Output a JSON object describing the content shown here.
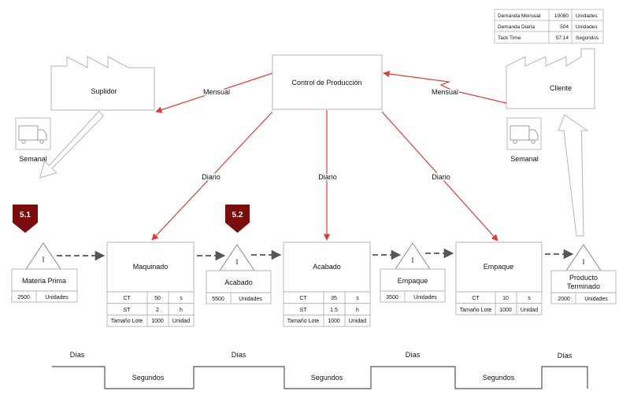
{
  "summary_table": {
    "rows": [
      {
        "label": "Demanda Mensual",
        "value": "10080",
        "unit": "Unidades"
      },
      {
        "label": "Demanda Diaria",
        "value": "504",
        "unit": "Unidades"
      },
      {
        "label": "Tack Time",
        "value": "57.14",
        "unit": "Segundos"
      }
    ]
  },
  "entities": {
    "supplier": "Suplidor",
    "control": "Control de Producción",
    "customer": "Cliente"
  },
  "flows": {
    "monthly": "Mensual",
    "daily": "Diario",
    "weekly": "Semanal"
  },
  "kaizen": [
    "5.1",
    "5.2"
  ],
  "inventory_symbol": "I",
  "inventories": [
    {
      "name": "Materia Prima",
      "qty": "2500",
      "unit": "Unidades"
    },
    {
      "name": "Acabado",
      "qty": "5500",
      "unit": "Unidades"
    },
    {
      "name": "Empaque",
      "qty": "3500",
      "unit": "Unidades"
    },
    {
      "name_lines": [
        "Producto",
        "Terminado"
      ],
      "qty": "2000",
      "unit": "Unidades"
    }
  ],
  "processes": [
    {
      "name": "Maquinado",
      "rows": [
        [
          "CT",
          "50",
          "s"
        ],
        [
          "ST",
          "2",
          "h"
        ],
        [
          "Tamaño Lote",
          "1000",
          "Unidad"
        ]
      ]
    },
    {
      "name": "Acabado",
      "rows": [
        [
          "CT",
          "35",
          "s"
        ],
        [
          "ST",
          "1.5",
          "h"
        ],
        [
          "Tamaño Lote",
          "1000",
          "Unidad"
        ]
      ]
    },
    {
      "name": "Empaque",
      "rows": [
        [
          "CT",
          "10",
          "s"
        ],
        [
          "Tamaño Lote",
          "1000",
          "Unidad"
        ]
      ]
    }
  ],
  "timeline": {
    "top": [
      "Días",
      "Días",
      "Días",
      "Días"
    ],
    "bottom": [
      "Segundos",
      "Segundos",
      "Segundos"
    ]
  },
  "colors": {
    "info_arrow": "#e53935",
    "kaizen": "#7b0c0c",
    "line": "#555555"
  }
}
